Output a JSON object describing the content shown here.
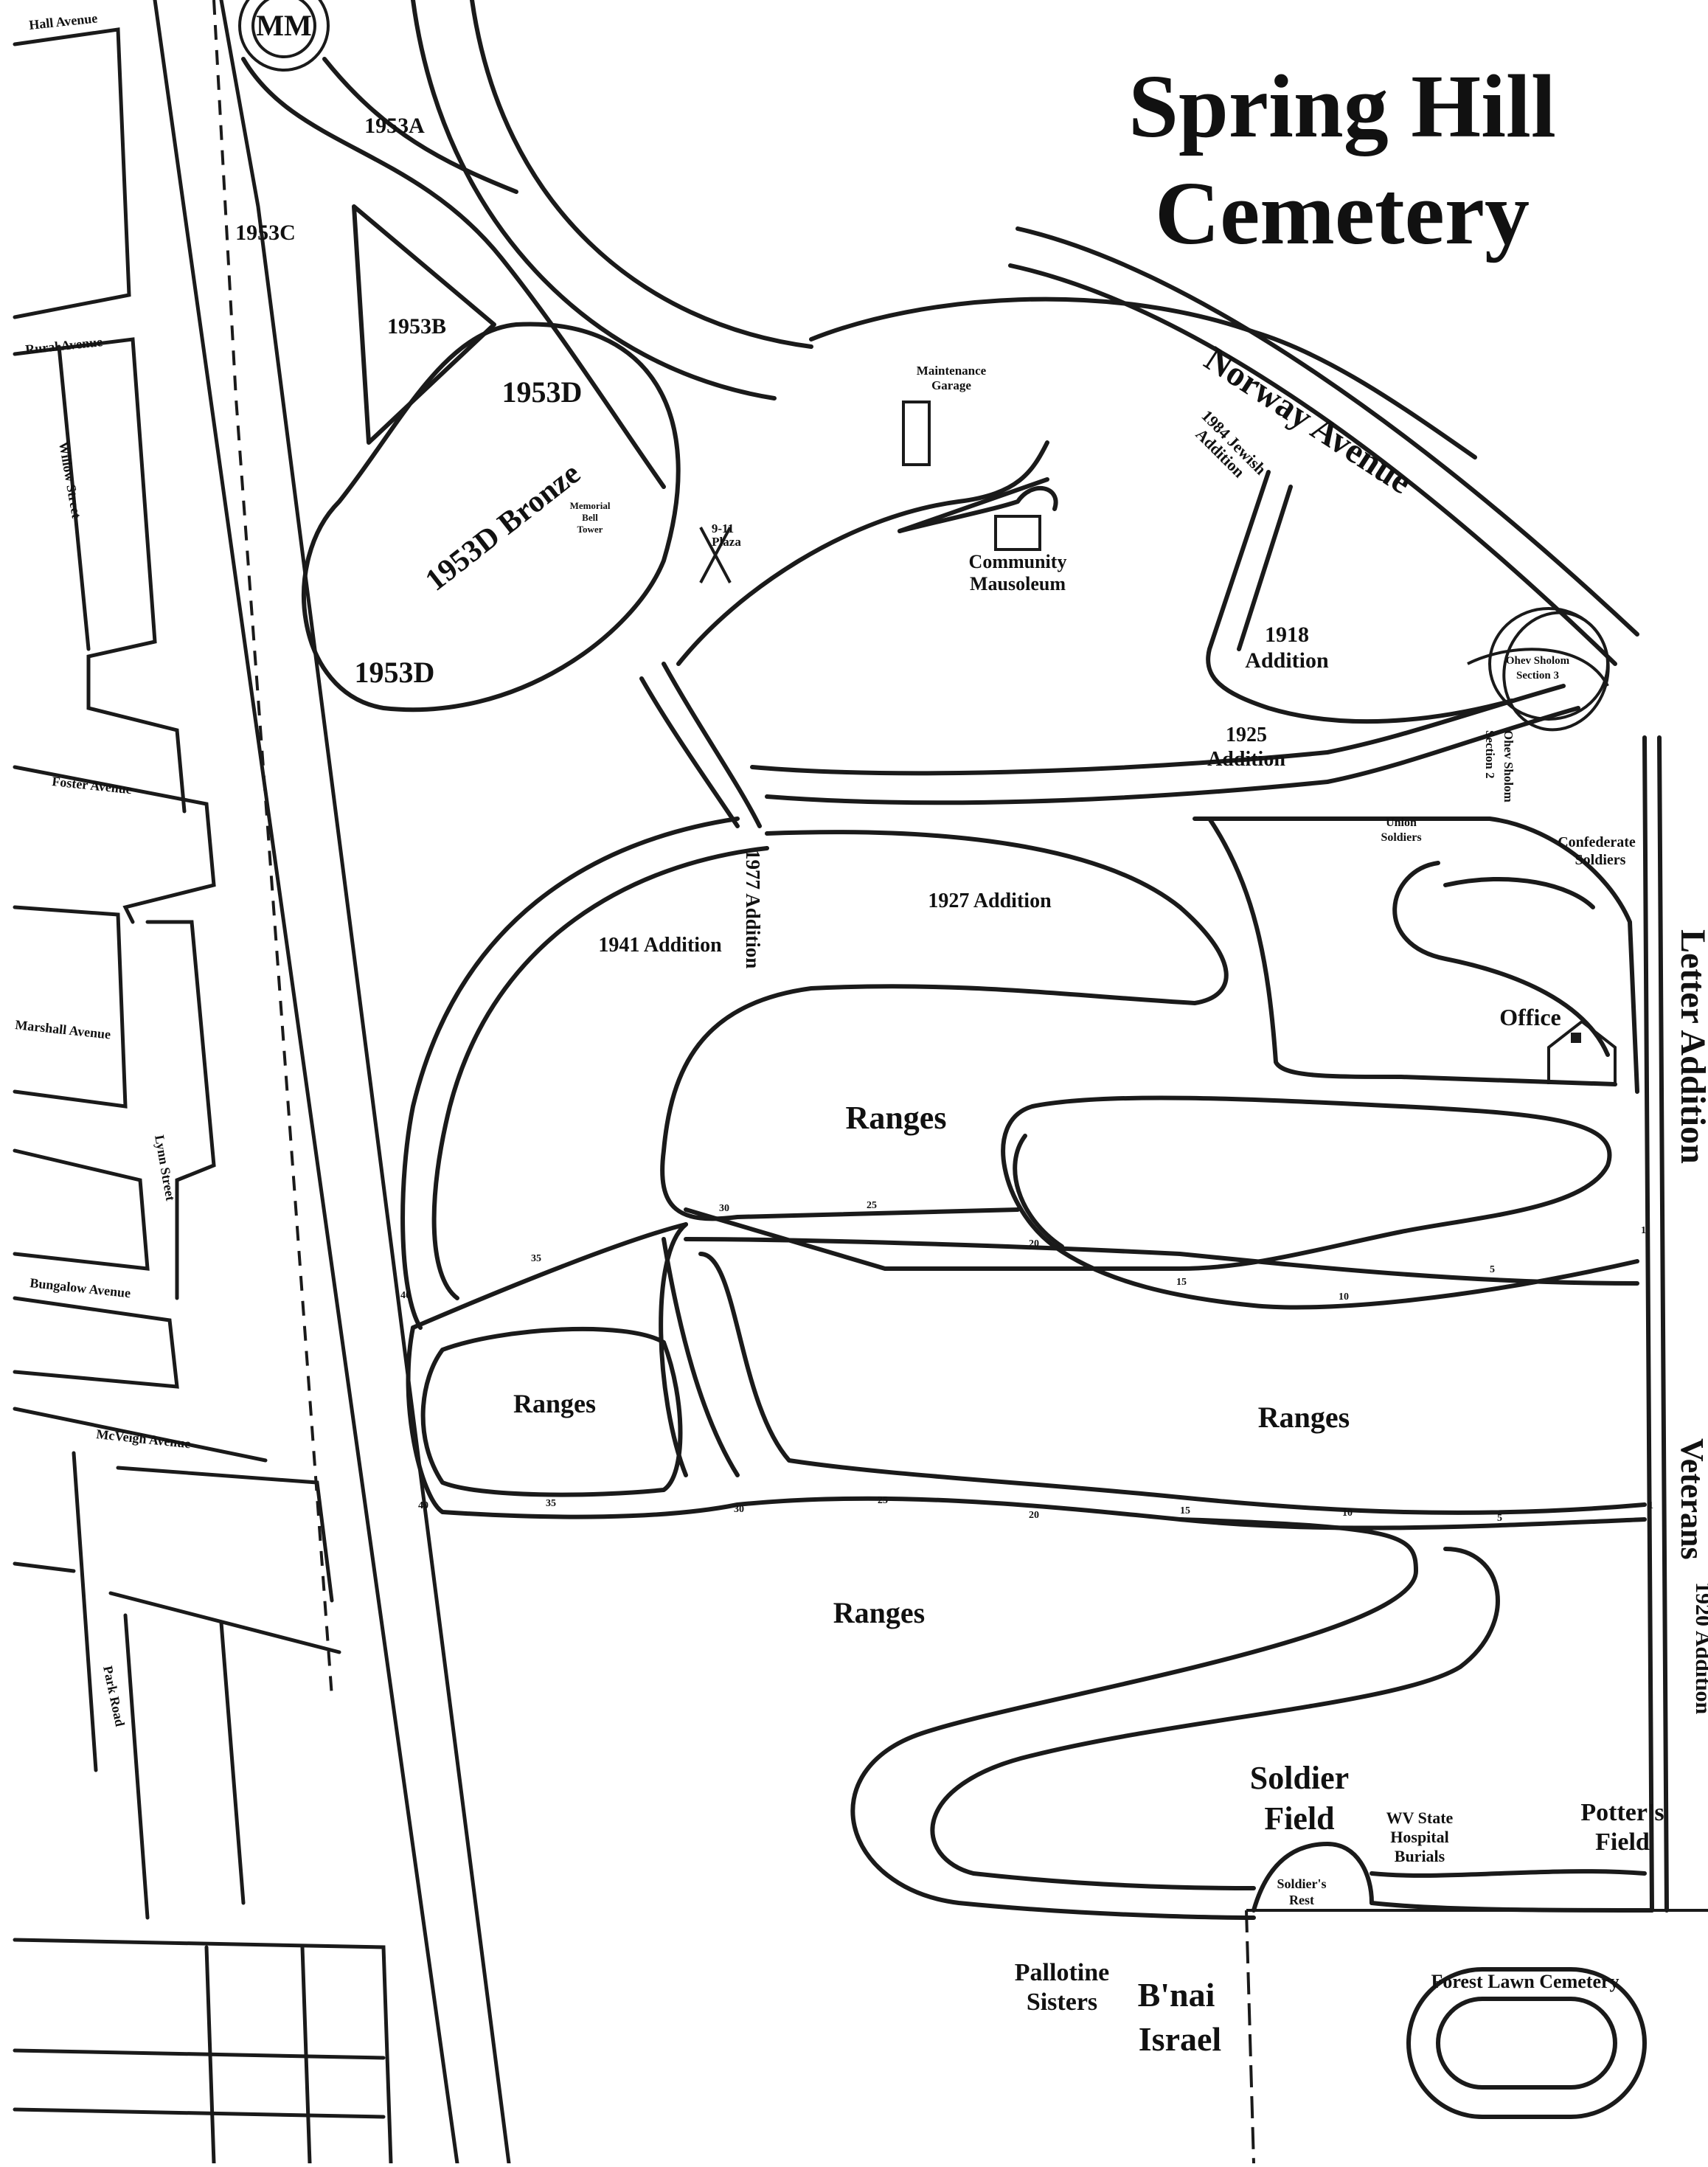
{
  "title": {
    "line1": "Spring Hill",
    "line2": "Cemetery"
  },
  "top_circle": "MM",
  "streets": {
    "hall": "Hall Avenue",
    "rural": "Rural Avenue",
    "willow": "Willow Street",
    "foster": "Foster Avenue",
    "marshall": "Marshall Avenue",
    "lynn": "Lynn Street",
    "bungalow": "Bungalow Avenue",
    "mcveigh": "McVeigh Avenue",
    "park": "Park Road",
    "norway": "Norway Avenue"
  },
  "sections": {
    "s1953a": "1953A",
    "s1953b": "1953B",
    "s1953c": "1953C",
    "s1953d_top": "1953D",
    "s1953d_bottom": "1953D",
    "s1953d_bronze": "1953D Bronze",
    "bell_tower": [
      "Memorial",
      "Bell",
      "Tower"
    ],
    "plaza": [
      "9-11",
      "Plaza"
    ],
    "maintenance": [
      "Maintenance",
      "Garage"
    ],
    "mausoleum": [
      "Community",
      "Mausoleum"
    ],
    "jewish": [
      "1984 Jewish",
      "Addition"
    ],
    "a1918": [
      "1918",
      "Addition"
    ],
    "a1925": [
      "1925",
      "Addition"
    ],
    "ohev3": [
      "Ohev Sholom",
      "Section 3"
    ],
    "ohev2": [
      "Ohev Sholom",
      "Section 2"
    ],
    "union": [
      "Union",
      "Soldiers"
    ],
    "confederate": [
      "Confederate",
      "Soldiers"
    ],
    "a1927": "1927 Addition",
    "a1941": "1941 Addition",
    "a1977": "1977 Addition",
    "office": "Office",
    "ranges_1": "Ranges",
    "ranges_2": "Ranges",
    "ranges_3": "Ranges",
    "ranges_4": "Ranges",
    "letter": "Letter Addition",
    "veterans": "Veterans",
    "a1920": "1920 Addition",
    "soldier_field": [
      "Soldier",
      "Field"
    ],
    "soldiers_rest": [
      "Soldier's",
      "Rest"
    ],
    "wv_state": [
      "WV State",
      "Hospital",
      "Burials"
    ],
    "potters": [
      "Potter's",
      "Field"
    ],
    "pallotine": [
      "Pallotine",
      "Sisters"
    ],
    "bnai": [
      "B'nai",
      "Israel"
    ],
    "forest_lawn": "Forest Lawn Cemetery"
  },
  "range_markers_upper": [
    "30",
    "25",
    "20",
    "15",
    "10",
    "5",
    "1",
    "35",
    "40"
  ],
  "range_markers_lower": [
    "40",
    "35",
    "30",
    "25",
    "20",
    "15",
    "10",
    "5",
    "1"
  ]
}
